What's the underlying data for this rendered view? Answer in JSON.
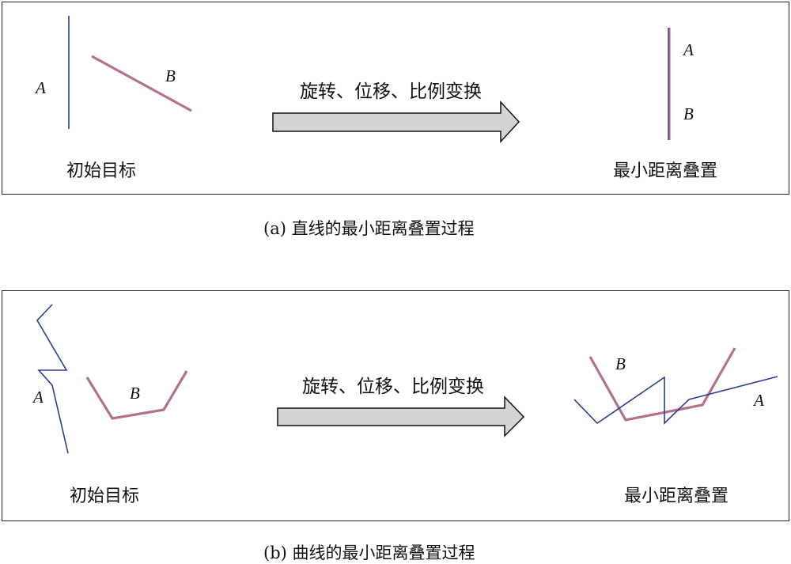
{
  "panel_a": {
    "initial_label": "初始目标",
    "operation_label": "旋转、位移、比例变换",
    "result_label": "最小距离叠置",
    "curve_a_label": "A",
    "curve_b_label": "B",
    "result_a_label": "A",
    "result_b_label": "B",
    "caption": "(a) 直线的最小距离叠置过程"
  },
  "panel_b": {
    "initial_label": "初始目标",
    "operation_label": "旋转、位移、比例变换",
    "result_label": "最小距离叠置",
    "curve_a_label": "A",
    "curve_b_label": "B",
    "result_a_label": "A",
    "result_b_label": "B",
    "caption": "(b) 曲线的最小距离叠置过程"
  },
  "colors": {
    "curve_a": "#2a3d8f",
    "curve_b": "#b5708f",
    "arrow_fill": "#d4d4d4",
    "arrow_stroke": "#111111"
  }
}
